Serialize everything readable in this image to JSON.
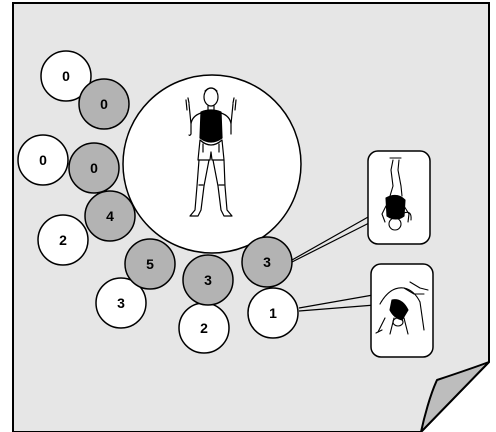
{
  "diagram": {
    "colors": {
      "page": "#e6e6e6",
      "page_outline": "#000000",
      "page_curl": "#bdbdbd",
      "inner_circle": "#ffffff",
      "outer_circle": "#b3b3b3",
      "callout": "#ffffff"
    },
    "icons": {
      "center": "standing-person-icon",
      "callout_top": "headstand-figure-icon",
      "callout_bottom": "backbend-figure-icon"
    },
    "inner_ring": [
      {
        "id": "i1",
        "value": "0"
      },
      {
        "id": "i2",
        "value": "0"
      },
      {
        "id": "i3",
        "value": "4"
      },
      {
        "id": "i4",
        "value": "5"
      },
      {
        "id": "i5",
        "value": "3"
      },
      {
        "id": "i6",
        "value": "3"
      }
    ],
    "outer_ring": [
      {
        "id": "o1",
        "value": "0"
      },
      {
        "id": "o2",
        "value": "0"
      },
      {
        "id": "o3",
        "value": "2"
      },
      {
        "id": "o4",
        "value": "3"
      },
      {
        "id": "o5",
        "value": "2"
      },
      {
        "id": "o6",
        "value": "1"
      }
    ]
  }
}
